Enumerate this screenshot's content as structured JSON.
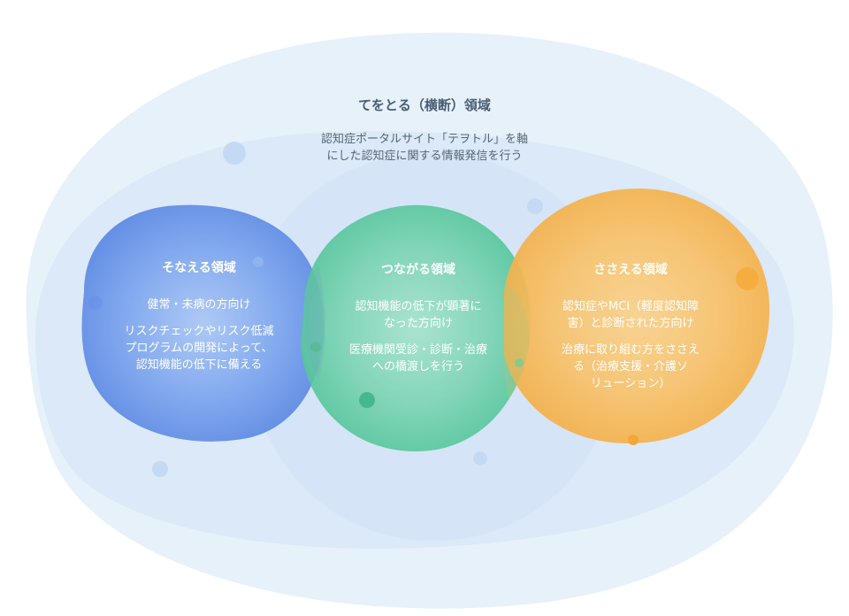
{
  "outer": {
    "title": "てをとる（横断）領域",
    "desc_line1": "認知症ポータルサイト「テヲトル」を軸",
    "desc_line2": "にした認知症に関する情報発信を行う"
  },
  "sonaeru": {
    "title": "そなえる領域",
    "p1": "健常・未病の方向け",
    "p2_line1": "リスクチェックやリスク低減",
    "p2_line2": "プログラムの開発によって、",
    "p2_line3": "認知機能の低下に備える"
  },
  "tsunagaru": {
    "title": "つながる領域",
    "p1_line1": "認知機能の低下が顕著に",
    "p1_line2": "なった方向け",
    "p2_line1": "医療機関受診・診断・治療",
    "p2_line2": "への橋渡しを行う"
  },
  "sasaeru": {
    "title": "ささえる領域",
    "p1_line1": "認知症やMCI（軽度認知障",
    "p1_line2": "害）と診断された方向け",
    "p2_line1": "治療に取り組む方をささえ",
    "p2_line2": "る（治療支援・介護ソ",
    "p2_line3": "リューション）"
  },
  "colors": {
    "outer_blob": "#dbe9f7",
    "blue": "#5b8ee6",
    "green": "#57c9a0",
    "orange": "#f7b74f"
  }
}
